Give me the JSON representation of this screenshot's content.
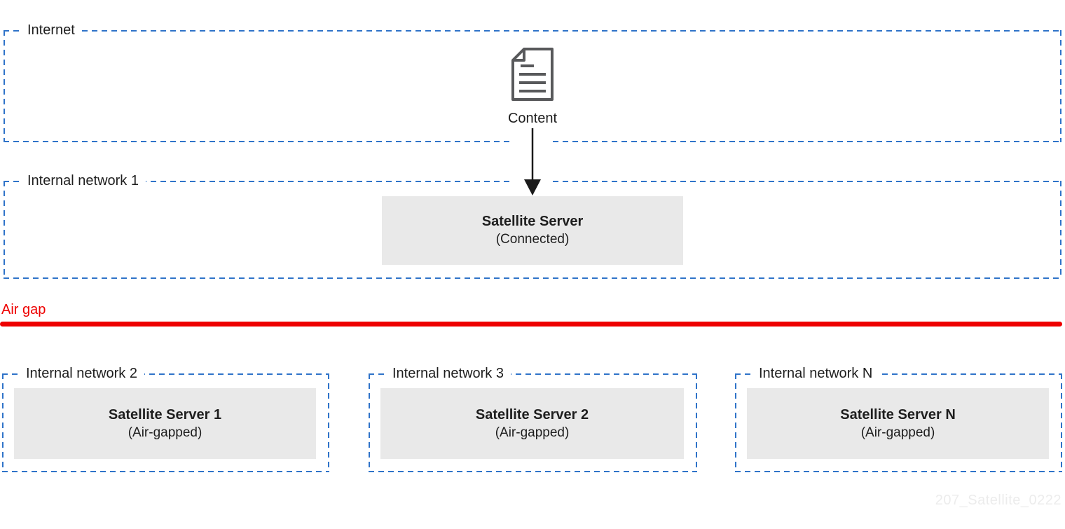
{
  "colors": {
    "zone_border_blue": "#2f73c9",
    "air_gap_red": "#ee0000",
    "server_box_fill": "#e9e9e9",
    "icon_gray": "#58595b",
    "text": "#1e1e1e",
    "watermark_gray": "#ececec"
  },
  "internet_zone": {
    "label": "Internet",
    "content": {
      "icon": "document-icon",
      "label": "Content"
    }
  },
  "connected_network": {
    "label": "Internal network 1",
    "server_name": "Satellite Server",
    "server_status": "(Connected)"
  },
  "arrow": {
    "from": "Content",
    "to": "Satellite Server (Connected)"
  },
  "air_gap": {
    "label": "Air gap"
  },
  "airgapped_networks": [
    {
      "label": "Internal network 2",
      "server_name": "Satellite Server 1",
      "server_status": "(Air-gapped)"
    },
    {
      "label": "Internal network 3",
      "server_name": "Satellite Server 2",
      "server_status": "(Air-gapped)"
    },
    {
      "label": "Internal network N",
      "server_name": "Satellite Server N",
      "server_status": "(Air-gapped)"
    }
  ],
  "watermark": "207_Satellite_0222"
}
